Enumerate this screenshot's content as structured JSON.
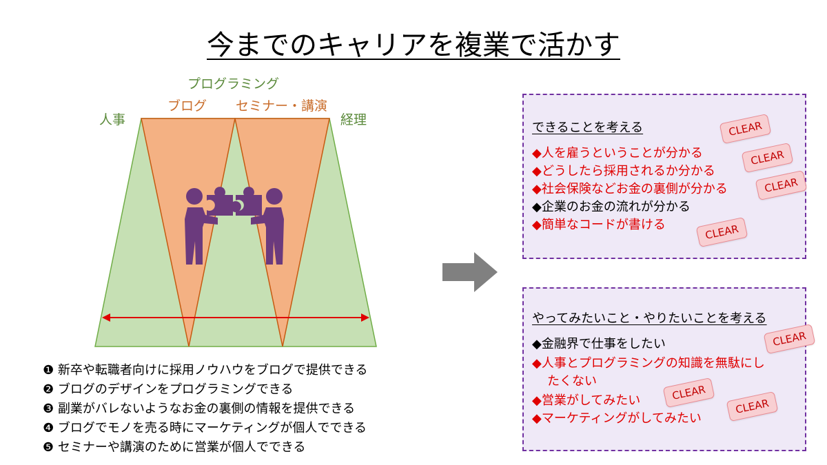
{
  "title": "今までのキャリアを複業で活かす",
  "diagram": {
    "labels": {
      "programming": "プログラミング",
      "blog": "ブログ",
      "seminar": "セミナー・講演",
      "hr": "人事",
      "accounting": "経理"
    },
    "colors": {
      "green_fill": "#c6e0b4",
      "green_stroke": "#70ad47",
      "orange_fill": "#f4b183",
      "orange_stroke": "#c55a11",
      "icon": "#6b3a7d",
      "span_arrow": "#e00000"
    }
  },
  "steps": [
    "❶ 新卒や転職者向けに採用ノウハウをブログで提供できる",
    "❷ ブログのデザインをプログラミングできる",
    "❸ 副業がバレないようなお金の裏側の情報を提供できる",
    "❹ ブログでモノを売る時にマーケティングが個人でできる",
    "❺ セミナーや講演のために営業が個人でできる"
  ],
  "can_do": {
    "heading": "できることを考える",
    "items": [
      "◆人を雇うということが分かる",
      "◆どうしたら採用されるか分かる",
      "◆社会保険などお金の裏側が分かる",
      "◆企業のお金の流れが分かる",
      "◆簡単なコードが書ける"
    ]
  },
  "want_do": {
    "heading": "やってみたいこと・やりたいことを考える",
    "items": [
      "◆金融界で仕事をしたい",
      "◆人事とプログラミングの知識を無駄にし",
      "たくない",
      "◆営業がしてみたい",
      "◆マーケティングがしてみたい"
    ]
  },
  "badge": "CLEAR"
}
